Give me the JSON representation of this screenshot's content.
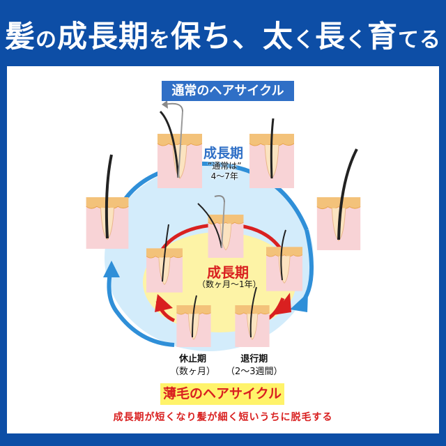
{
  "headline": {
    "part1": "髪",
    "part2": "の",
    "part3": "成長期",
    "part4": "を",
    "part5": "保ち、太",
    "part6": "く",
    "part7": "長",
    "part8": "く",
    "part9": "育",
    "part10": "てる"
  },
  "normal_cycle": {
    "title": "通常のヘアサイクル",
    "phase": "成長期",
    "duration_line1": "”通常は”",
    "duration_line2": "4〜7年"
  },
  "thinning_cycle": {
    "phase": "成長期",
    "duration": "（数ヶ月〜1年）",
    "resting_name": "休止期",
    "resting_duration": "（数ヶ月）",
    "regression_name": "退行期",
    "regression_duration": "（2〜3週間）",
    "title": "薄毛のヘアサイクル"
  },
  "caption": "成長期が短くなり髪が細く短いうちに脱毛する",
  "colors": {
    "frame_blue": "#0d4ea6",
    "normal_ring": "#2f8fd8",
    "normal_fill": "#d3ecfb",
    "thin_ring": "#d92020",
    "thin_fill": "#fdf3a6",
    "skin": "#f8d3d6",
    "scalp": "#f3c27a"
  }
}
